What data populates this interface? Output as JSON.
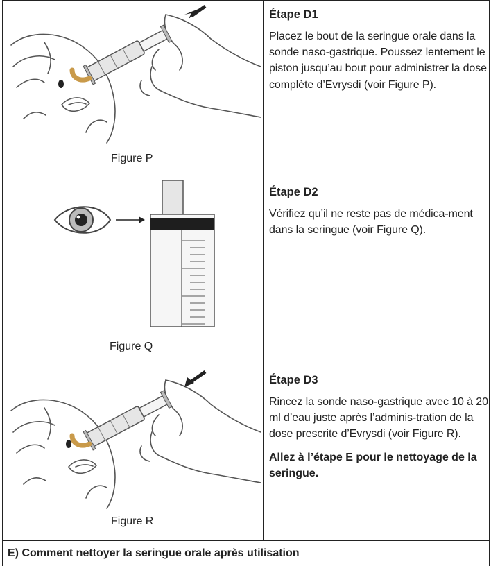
{
  "rows": [
    {
      "figure_caption": "Figure P",
      "step_title": "Étape D1",
      "step_text": "Placez le bout de la seringue orale dans la sonde naso-gastrique. Poussez lentement le piston jusqu’au bout pour administrer la dose complète d’Evrysdi (voir Figure P).",
      "step_bold": ""
    },
    {
      "figure_caption": "Figure Q",
      "step_title": "Étape D2",
      "step_text": "Vérifiez qu’il ne reste pas de médica-ment dans la seringue (voir Figure Q).",
      "step_bold": ""
    },
    {
      "figure_caption": "Figure R",
      "step_title": "Étape D3",
      "step_text": "Rincez la sonde naso-gastrique avec 10 à 20 ml d’eau juste après l’adminis-tration de la dose prescrite d’Evrysdi (voir Figure R).",
      "step_bold": "Allez à l’étape E pour le nettoyage de la seringue."
    }
  ],
  "footer": {
    "heading": "E) Comment nettoyer la seringue orale après utilisation"
  }
}
